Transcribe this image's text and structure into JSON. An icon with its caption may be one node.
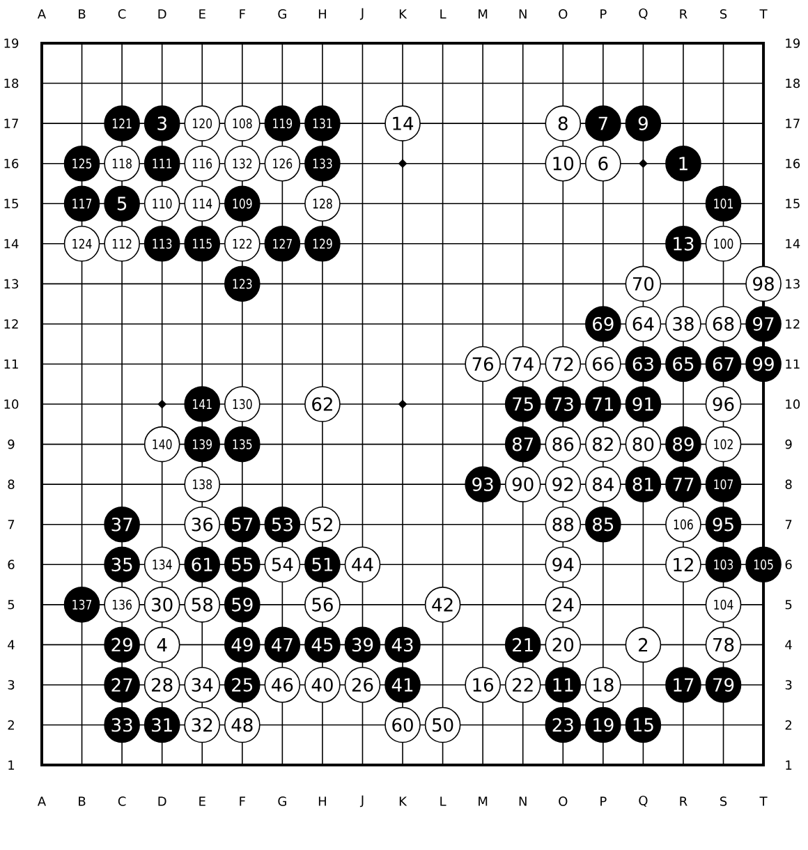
{
  "diagram": {
    "nodes": [
      {
        "text": [
          "121"
        ]
      },
      {
        "text": [
          "3"
        ]
      },
      {
        "text": [
          "120"
        ]
      },
      {
        "text": [
          "108"
        ]
      },
      {
        "text": [
          "119"
        ]
      },
      {
        "text": [
          "131"
        ]
      },
      {
        "text": [
          "14"
        ]
      },
      {
        "text": [
          "8"
        ]
      },
      {
        "text": [
          "7"
        ]
      },
      {
        "text": [
          "9"
        ]
      },
      {
        "text": [
          "125"
        ]
      },
      {
        "text": [
          "118"
        ]
      },
      {
        "text": [
          "111"
        ]
      },
      {
        "text": [
          "116"
        ]
      },
      {
        "text": [
          "132"
        ]
      },
      {
        "text": [
          "126"
        ]
      },
      {
        "text": [
          "133"
        ]
      },
      {
        "text": [
          "10"
        ]
      },
      {
        "text": [
          "6"
        ]
      },
      {
        "text": [
          "1"
        ]
      },
      {
        "text": [
          "117"
        ]
      },
      {
        "text": [
          "5"
        ]
      },
      {
        "text": [
          "110"
        ]
      },
      {
        "text": [
          "114"
        ]
      },
      {
        "text": [
          "109"
        ]
      },
      {
        "text": [
          "128"
        ]
      },
      {
        "text": [
          "101"
        ]
      },
      {
        "text": [
          "124"
        ]
      },
      {
        "text": [
          "112"
        ]
      },
      {
        "text": [
          "113"
        ]
      },
      {
        "text": [
          "115"
        ]
      },
      {
        "text": [
          "122"
        ]
      },
      {
        "text": [
          "127"
        ]
      },
      {
        "text": [
          "129"
        ]
      },
      {
        "text": [
          "13"
        ]
      },
      {
        "text": [
          "100"
        ]
      },
      {
        "text": [
          "123"
        ]
      },
      {
        "text": [
          "70"
        ]
      },
      {
        "text": [
          "98"
        ]
      },
      {
        "text": [
          "69"
        ]
      },
      {
        "text": [
          "64"
        ]
      },
      {
        "text": [
          "38"
        ]
      },
      {
        "text": [
          "68"
        ]
      },
      {
        "text": [
          "97"
        ]
      },
      {
        "text": [
          "76"
        ]
      },
      {
        "text": [
          "74"
        ]
      },
      {
        "text": [
          "72"
        ]
      },
      {
        "text": [
          "66"
        ]
      },
      {
        "text": [
          "63"
        ]
      },
      {
        "text": [
          "65"
        ]
      },
      {
        "text": [
          "67"
        ]
      },
      {
        "text": [
          "99"
        ]
      },
      {
        "text": [
          "141"
        ]
      },
      {
        "text": [
          "130"
        ]
      },
      {
        "text": [
          "62"
        ]
      },
      {
        "text": [
          "75"
        ]
      },
      {
        "text": [
          "73"
        ]
      },
      {
        "text": [
          "71"
        ]
      },
      {
        "text": [
          "91"
        ]
      },
      {
        "text": [
          "96"
        ]
      },
      {
        "text": [
          "140"
        ]
      },
      {
        "text": [
          "139"
        ]
      },
      {
        "text": [
          "135"
        ]
      },
      {
        "text": [
          "87"
        ]
      },
      {
        "text": [
          "86"
        ]
      },
      {
        "text": [
          "82"
        ]
      },
      {
        "text": [
          "80"
        ]
      },
      {
        "text": [
          "89"
        ]
      },
      {
        "text": [
          "102"
        ]
      },
      {
        "text": [
          "138"
        ]
      },
      {
        "text": [
          "93"
        ]
      },
      {
        "text": [
          "90"
        ]
      },
      {
        "text": [
          "92"
        ]
      },
      {
        "text": [
          "84"
        ]
      },
      {
        "text": [
          "81"
        ]
      },
      {
        "text": [
          "77"
        ]
      },
      {
        "text": [
          "107"
        ]
      },
      {
        "text": [
          "37"
        ]
      },
      {
        "text": [
          "36"
        ]
      },
      {
        "text": [
          "57"
        ]
      },
      {
        "text": [
          "53"
        ]
      },
      {
        "text": [
          "52"
        ]
      },
      {
        "text": [
          "88"
        ]
      },
      {
        "text": [
          "85"
        ]
      },
      {
        "text": [
          "106"
        ]
      },
      {
        "text": [
          "95"
        ]
      },
      {
        "text": [
          "35"
        ]
      },
      {
        "text": [
          "134"
        ]
      },
      {
        "text": [
          "61"
        ]
      },
      {
        "text": [
          "55"
        ]
      },
      {
        "text": [
          "54"
        ]
      },
      {
        "text": [
          "51"
        ]
      },
      {
        "text": [
          "44"
        ]
      },
      {
        "text": [
          "94"
        ]
      },
      {
        "text": [
          "12"
        ]
      },
      {
        "text": [
          "103"
        ]
      },
      {
        "text": [
          "105"
        ]
      },
      {
        "text": [
          "137"
        ]
      },
      {
        "text": [
          "136"
        ]
      },
      {
        "text": [
          "30"
        ]
      },
      {
        "text": [
          "58"
        ]
      },
      {
        "text": [
          "59"
        ]
      },
      {
        "text": [
          "56"
        ]
      },
      {
        "text": [
          "42"
        ]
      },
      {
        "text": [
          "24"
        ]
      },
      {
        "text": [
          "104"
        ]
      },
      {
        "text": [
          "29"
        ]
      },
      {
        "text": [
          "4"
        ]
      },
      {
        "text": [
          "49"
        ]
      },
      {
        "text": [
          "47"
        ]
      },
      {
        "text": [
          "45"
        ]
      },
      {
        "text": [
          "39"
        ]
      },
      {
        "text": [
          "43"
        ]
      },
      {
        "text": [
          "21"
        ]
      },
      {
        "text": [
          "20"
        ]
      },
      {
        "text": [
          "2"
        ]
      },
      {
        "text": [
          "78"
        ]
      },
      {
        "text": [
          "27"
        ]
      },
      {
        "text": [
          "28"
        ]
      },
      {
        "text": [
          "34"
        ]
      },
      {
        "text": [
          "25"
        ]
      },
      {
        "text": [
          "46"
        ]
      },
      {
        "text": [
          "40"
        ]
      },
      {
        "text": [
          "26"
        ]
      },
      {
        "text": [
          "41"
        ]
      },
      {
        "text": [
          "16"
        ]
      },
      {
        "text": [
          "22"
        ]
      },
      {
        "text": [
          "11"
        ]
      },
      {
        "text": [
          "18"
        ]
      },
      {
        "text": [
          "17"
        ]
      },
      {
        "text": [
          "79"
        ]
      },
      {
        "text": [
          "33"
        ]
      },
      {
        "text": [
          "31"
        ]
      },
      {
        "text": [
          "32"
        ]
      },
      {
        "text": [
          "48"
        ]
      },
      {
        "text": [
          "60"
        ]
      },
      {
        "text": [
          "50"
        ]
      },
      {
        "text": [
          "23"
        ]
      },
      {
        "text": [
          "19"
        ]
      },
      {
        "text": [
          "15"
        ]
      }
    ],
    "labels": [
      "A",
      "B",
      "C",
      "D",
      "E",
      "F",
      "G",
      "H",
      "J",
      "K",
      "L",
      "M",
      "N",
      "O",
      "P",
      "Q",
      "R",
      "S",
      "T",
      "19",
      "19",
      "18",
      "18",
      "17",
      "17",
      "16",
      "16",
      "15",
      "15",
      "14",
      "14",
      "13",
      "13",
      "12",
      "12",
      "11",
      "11",
      "10",
      "10",
      "9",
      "9",
      "8",
      "8",
      "7",
      "7",
      "6",
      "6",
      "5",
      "5",
      "4",
      "4",
      "3",
      "3",
      "2",
      "2",
      "1",
      "1",
      "A",
      "B",
      "C",
      "D",
      "E",
      "F",
      "G",
      "H",
      "J",
      "K",
      "L",
      "M",
      "N",
      "O",
      "P",
      "Q",
      "R",
      "S",
      "T"
    ]
  }
}
